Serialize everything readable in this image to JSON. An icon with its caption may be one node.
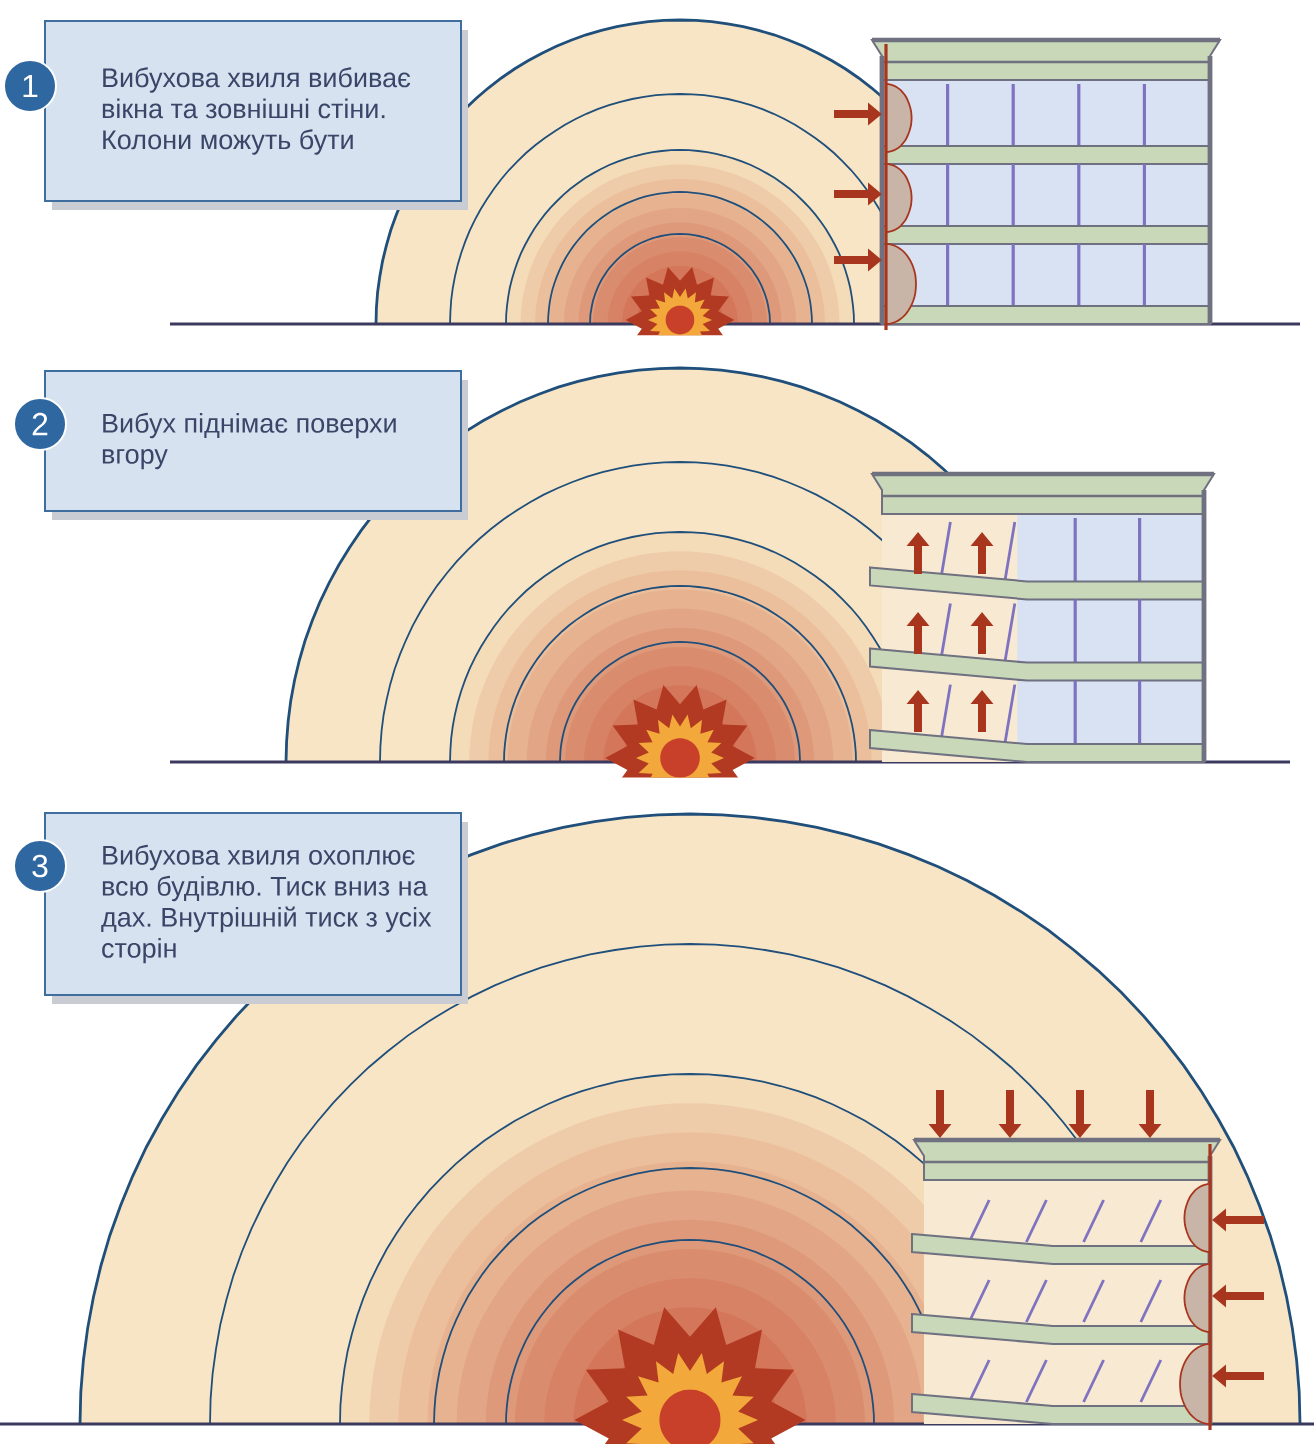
{
  "diagram": {
    "nodes": [
      {
        "text": [
          "1"
        ]
      },
      {
        "text": [
          "Вибухова хвиля вибиває вікна та зовнішні стіни. Колони можуть бути"
        ]
      },
      {
        "text": [
          "2"
        ]
      },
      {
        "text": [
          "Вибух піднімає поверхи вгору"
        ]
      },
      {
        "text": [
          "3"
        ]
      },
      {
        "text": [
          "Вибухова хвиля охоплює всю будівлю. Тиск вниз на дах. Внутрішній тиск з усіх сторін"
        ]
      }
    ]
  }
}
